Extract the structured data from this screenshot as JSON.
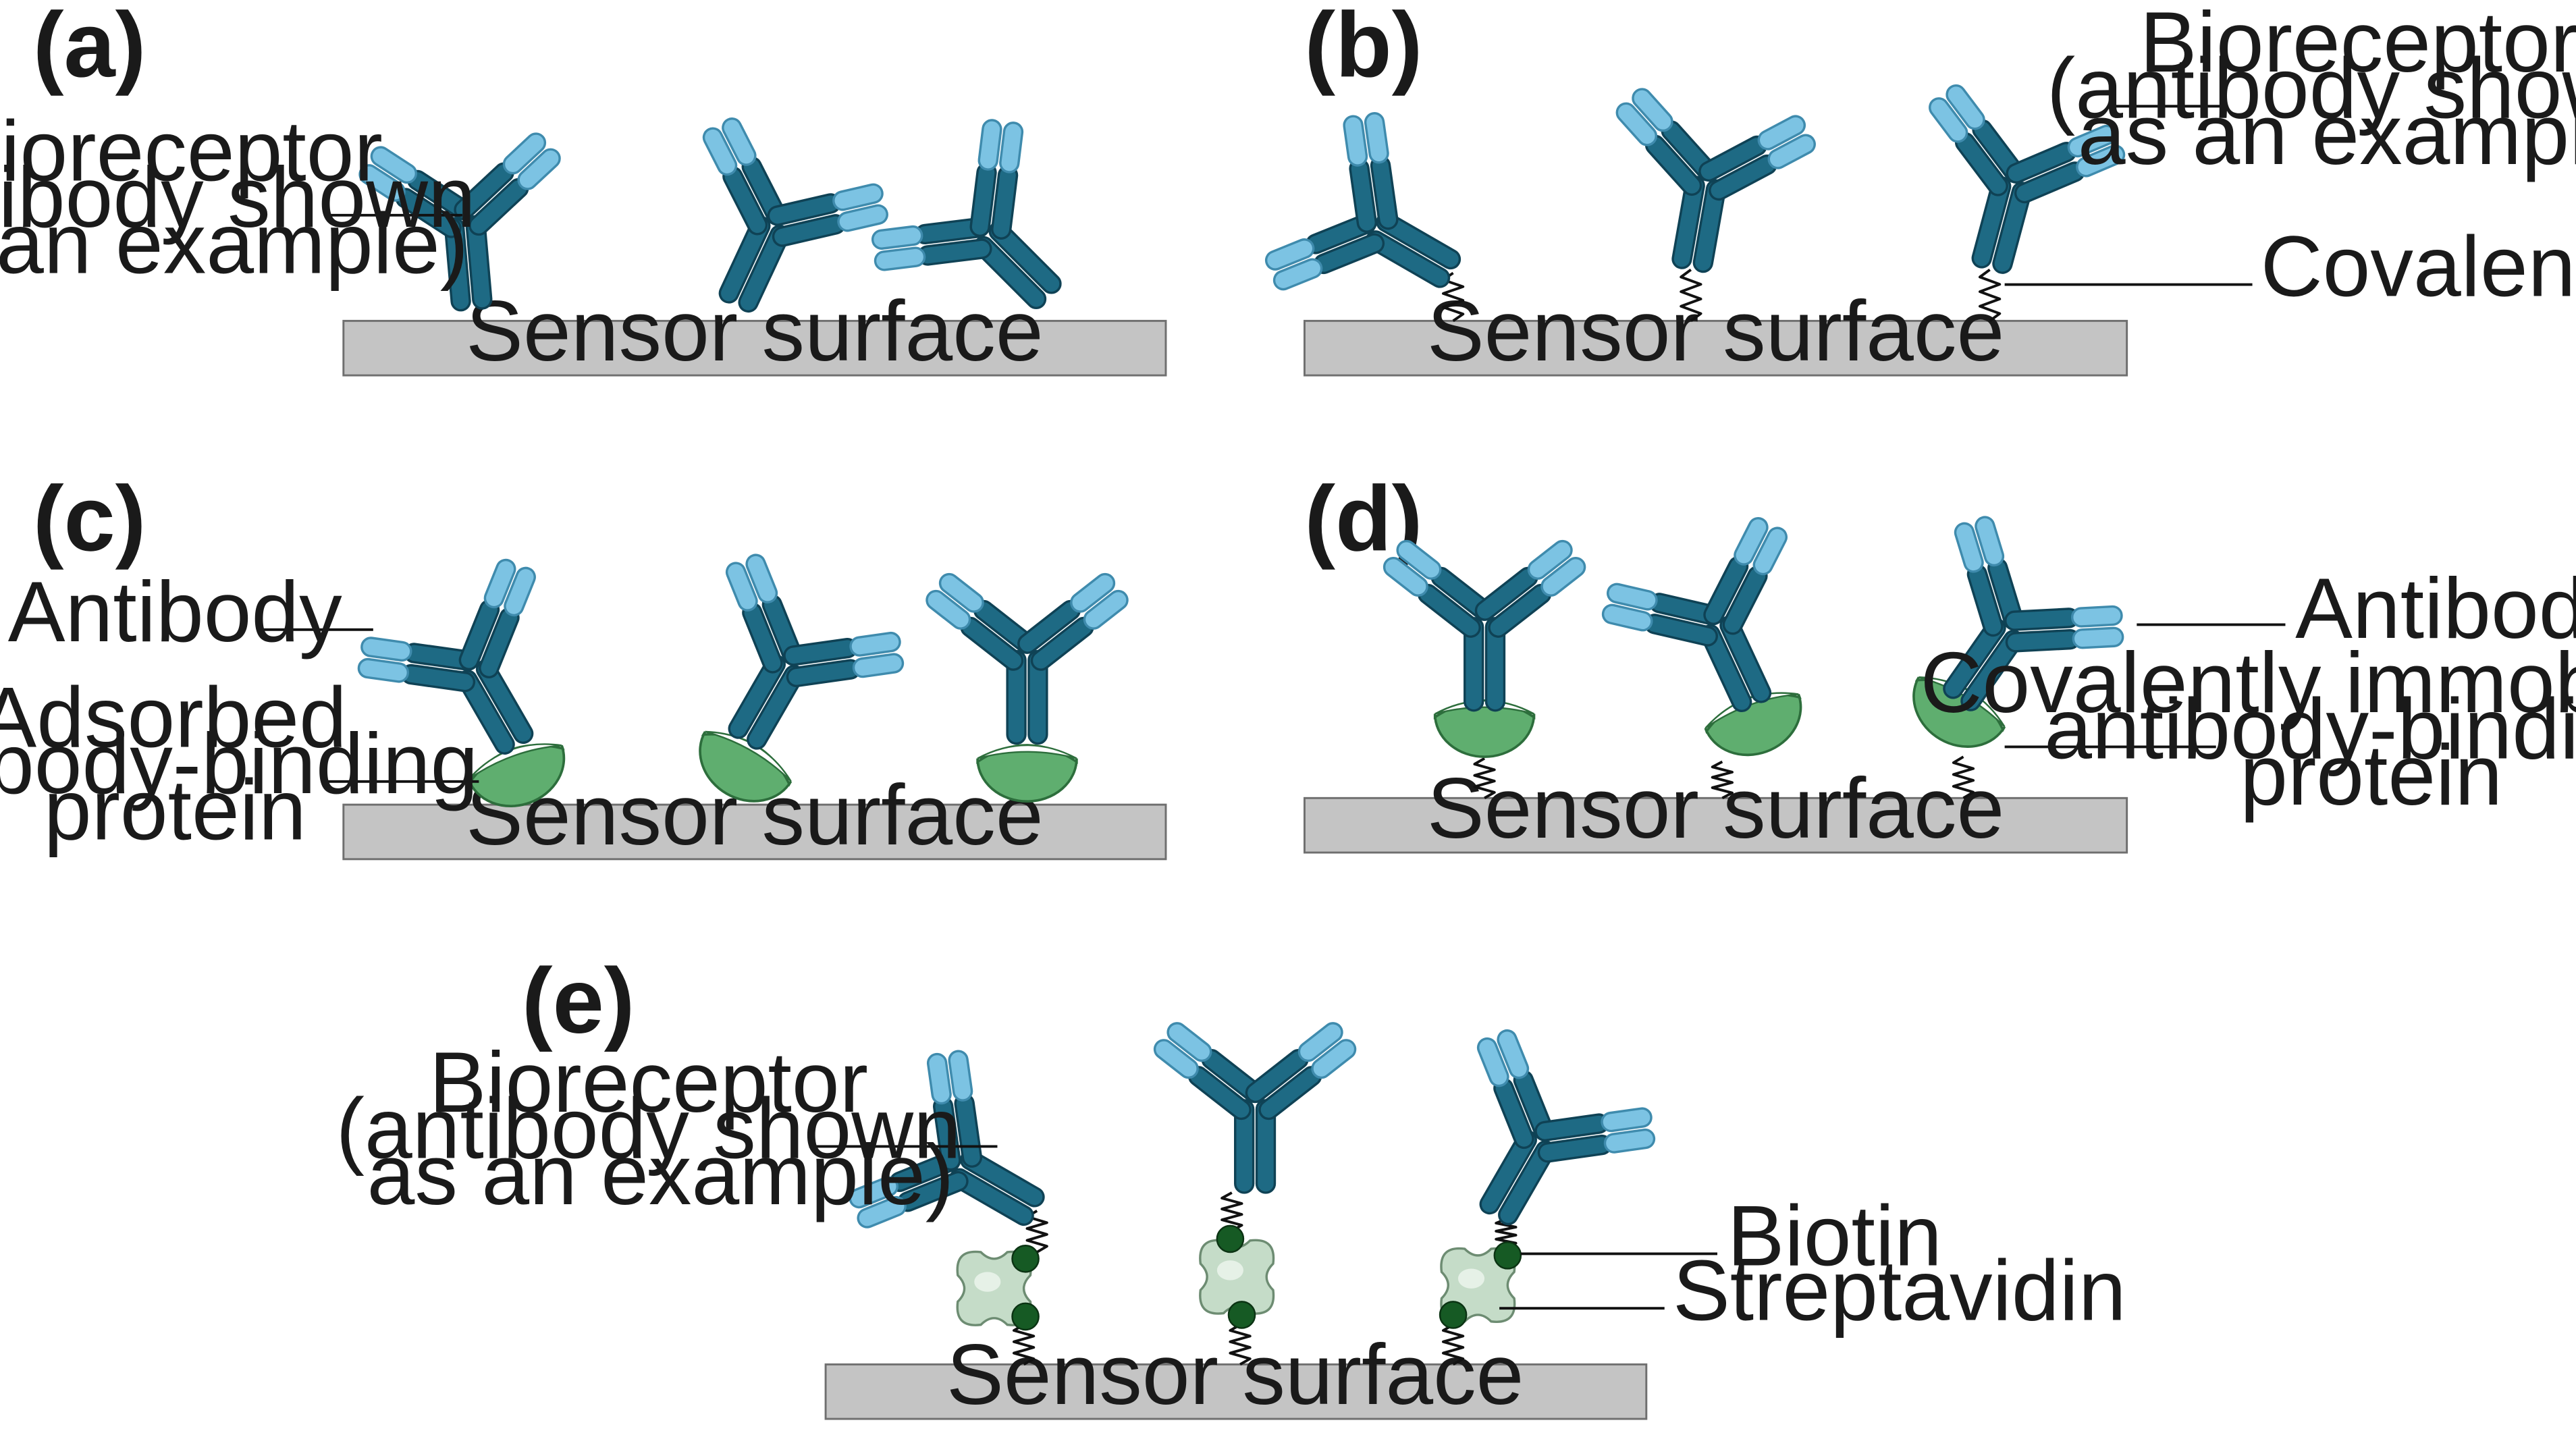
{
  "colors": {
    "dark": "#1e6a84",
    "dark_stroke": "#0f4255",
    "light": "#7cc3e3",
    "light_stroke": "#3f8bad",
    "surface": "#c4c4c4",
    "surface_stroke": "#6f6f6f",
    "green": "#5fae6f",
    "green_stroke": "#2d6e3c",
    "strep": "#c5dcc8",
    "strep_stroke": "#6d8c72",
    "biotin": "#165a24"
  },
  "panels": [
    {
      "label": "(a)",
      "surface": "Sensor surface",
      "callouts": [
        {
          "text": [
            "Bioreceptor",
            "(antibody shown",
            "as an example)"
          ]
        }
      ]
    },
    {
      "label": "(b)",
      "surface": "Sensor surface",
      "callouts": [
        {
          "text": [
            "Bioreceptor",
            "(antibody shown",
            "as an example)"
          ]
        },
        {
          "text": [
            "Covalent link"
          ]
        }
      ]
    },
    {
      "label": "(c)",
      "surface": "Sensor surface",
      "callouts": [
        {
          "text": [
            "Antibody"
          ]
        },
        {
          "text": [
            "Adsorbed",
            "antibody-binding",
            "protein"
          ]
        }
      ]
    },
    {
      "label": "(d)",
      "surface": "Sensor surface",
      "callouts": [
        {
          "text": [
            "Antibody"
          ]
        },
        {
          "text": [
            "Covalently immobilized",
            "antibody-binding",
            "protein"
          ]
        }
      ]
    },
    {
      "label": "(e)",
      "surface": "Sensor surface",
      "callouts": [
        {
          "text": [
            "Bioreceptor",
            "(antibody shown",
            "as an example)"
          ]
        },
        {
          "text": [
            "Biotin"
          ]
        },
        {
          "text": [
            "Streptavidin"
          ]
        }
      ]
    }
  ]
}
